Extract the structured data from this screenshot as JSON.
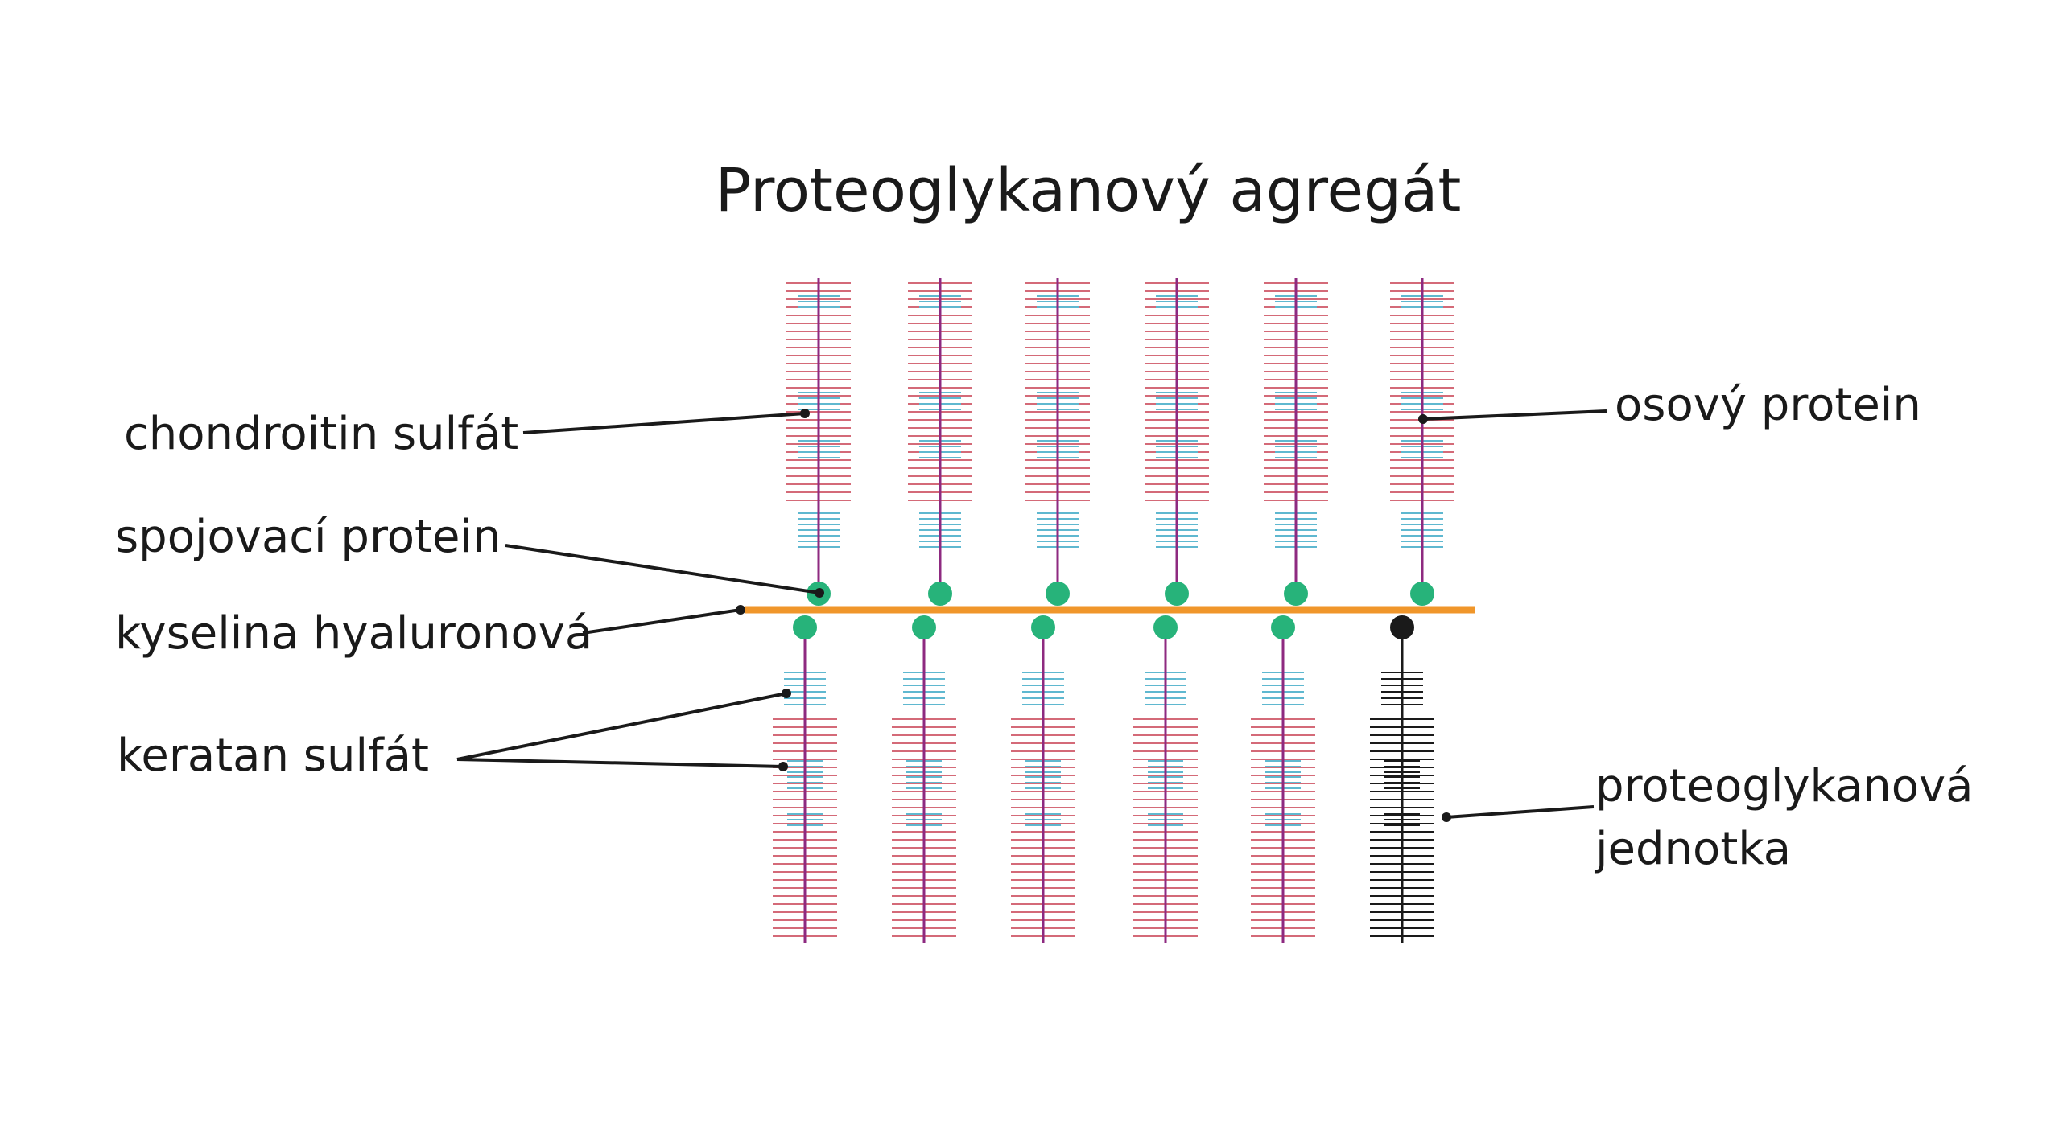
{
  "title": "Proteoglykanový agregát",
  "labels": {
    "chondroitin": "chondroitin sulfát",
    "osovy": "osový protein",
    "spojovaci": "spojovací protein",
    "kyselina": "kyselina hyaluronová",
    "keratan": "keratan sulfát",
    "unit_line1": "proteoglykanová",
    "unit_line2": "jednotka"
  },
  "colors": {
    "hyaluronic_acid": "#f0962a",
    "link_protein": "#27b37a",
    "core_protein": "#8e2a80",
    "chondroitin_sulfate": "#d46a78",
    "keratan_sulfate": "#5fb8d0",
    "highlight_unit": "#1a1a1a",
    "leader": "#1a1a1a"
  },
  "structure": {
    "upper_units": 6,
    "lower_units": 6,
    "highlighted_unit": "lower-6"
  }
}
